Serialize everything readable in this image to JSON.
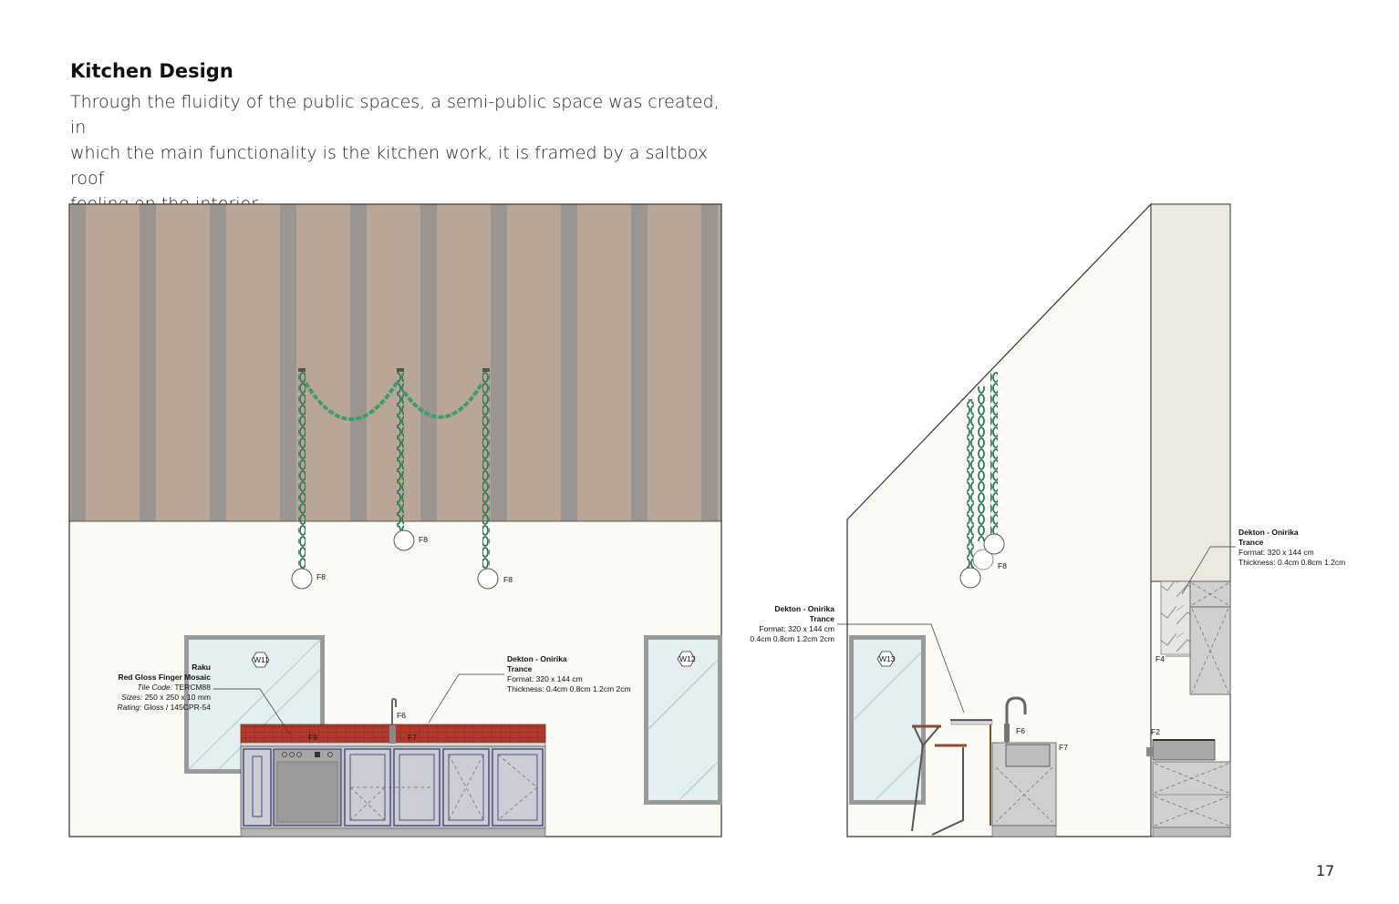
{
  "page": {
    "title": "Kitchen Design",
    "intro_lines": [
      "Through the fluidity of the public spaces, a semi-public space was created, in",
      "which the main functionality is the kitchen work, it is framed by a saltbox roof",
      "feeling on the interior."
    ],
    "page_number": "17"
  },
  "front_elevation": {
    "light_tags": [
      "F8",
      "F8",
      "F8"
    ],
    "window_tags": [
      "W11",
      "W12"
    ],
    "fixture_tags": {
      "f6": "F6",
      "f7": "F7",
      "f9": "F9"
    },
    "tile_note": {
      "name_line1": "Raku",
      "name_line2": "Red Gloss Finger Mosaic",
      "code_label": "Tile Code:",
      "code_value": "TERCM88",
      "sizes_label": "Sizes:",
      "sizes_value": "250 x 250 x 10 mm",
      "rating_label": "Rating:",
      "rating_value": "Gloss / 145CPR-54"
    },
    "counter_note": {
      "name_line1": "Dekton - Onirika",
      "name_line2": "Trance",
      "format": "Format: 320 x 144 cm",
      "thickness": "Thickness: 0.4cm 0.8cm 1.2cm 2cm"
    }
  },
  "side_elevation": {
    "light_tag": "F8",
    "window_tag": "W13",
    "fixture_tags": {
      "f2": "F2",
      "f4": "F4",
      "f6": "F6",
      "f7": "F7"
    },
    "counter_note": {
      "name_line1": "Dekton - Onirika",
      "name_line2": "Trance",
      "format": "Format: 320 x 144 cm",
      "thickness": "0.4cm 0.8cm 1.2cm 2cm"
    },
    "wall_note": {
      "name_line1": "Dekton - Onirika",
      "name_line2": "Trance",
      "format": "Format: 320 x 144 cm",
      "thickness": "Thickness: 0.4cm 0.8cm 1.2cm"
    }
  },
  "colors": {
    "wood_panel": "#b9a697",
    "batten": "#9a9591",
    "wall": "#fbfaf5",
    "chain": "#3e8f6a",
    "tile_red": "#b23a2c",
    "cabinet": "#c9c9c9",
    "glass": "#e4eff1"
  }
}
